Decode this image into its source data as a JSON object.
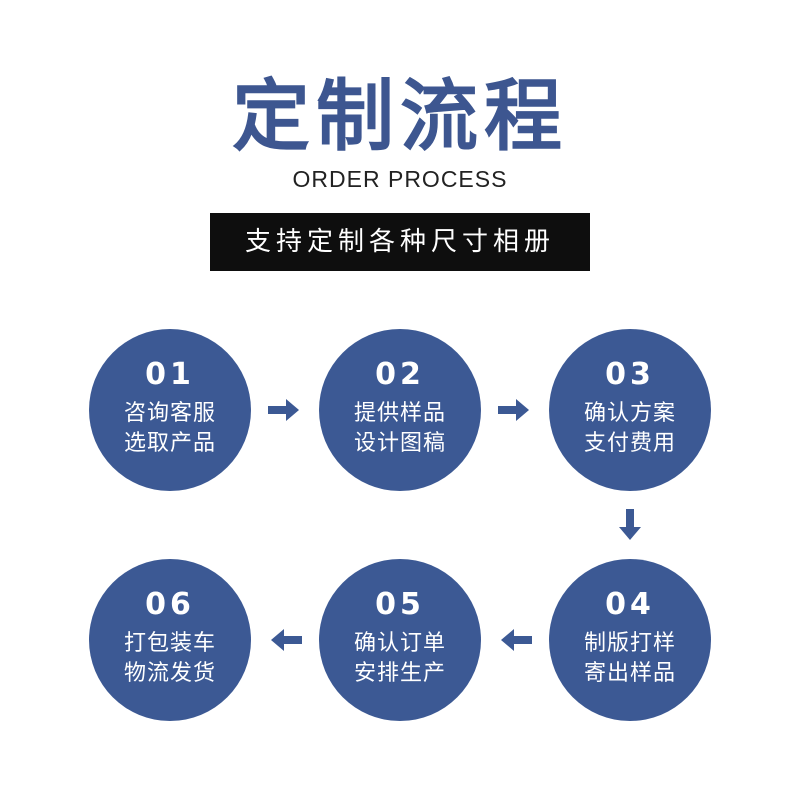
{
  "header": {
    "title": "定制流程",
    "subtitle": "ORDER PROCESS",
    "banner": "支持定制各种尺寸相册"
  },
  "steps": [
    {
      "num": "01",
      "line1": "咨询客服",
      "line2": "选取产品"
    },
    {
      "num": "02",
      "line1": "提供样品",
      "line2": "设计图稿"
    },
    {
      "num": "03",
      "line1": "确认方案",
      "line2": "支付费用"
    },
    {
      "num": "04",
      "line1": "制版打样",
      "line2": "寄出样品"
    },
    {
      "num": "05",
      "line1": "确认订单",
      "line2": "安排生产"
    },
    {
      "num": "06",
      "line1": "打包装车",
      "line2": "物流发货"
    }
  ],
  "colors": {
    "title": "#3d5690",
    "circle": "#3c5994",
    "banner_bg": "#0e0e0e",
    "arrow": "#3c5994"
  },
  "icons": {
    "arrows": [
      "arrow-right-icon",
      "arrow-right-icon",
      "arrow-down-icon",
      "arrow-left-icon",
      "arrow-left-icon"
    ]
  }
}
